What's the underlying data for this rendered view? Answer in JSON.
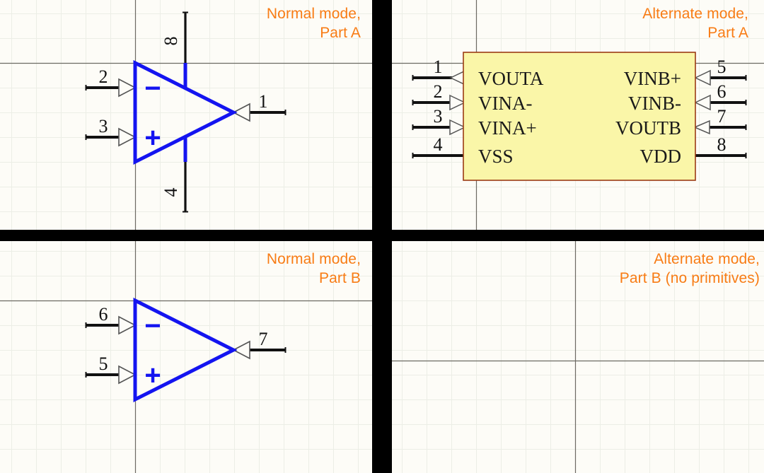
{
  "page": {
    "background_color": "#000000",
    "sheet_color": "#fdfcf7",
    "divider_color": "#000000",
    "caption_color": "#f87c15",
    "symbol_color": "#1414f0",
    "pin_color": "#111111",
    "ic_fill_color": "#faf6a8",
    "ic_border_color": "#9c3b14",
    "grid_minor_color": "#eceee6",
    "grid_major_color": "#6d6a63"
  },
  "quadrants": [
    {
      "id": "normal-mode-part-a",
      "caption": "Normal mode,\nPart A",
      "symbol_type": "opamp-triangle",
      "minus_sign": "–",
      "plus_sign": "+",
      "pins": [
        {
          "number": "2",
          "name": "inverting-input",
          "side": "left",
          "arrow": "into-symbol"
        },
        {
          "number": "3",
          "name": "non-inverting-input",
          "side": "left",
          "arrow": "into-symbol"
        },
        {
          "number": "1",
          "name": "output",
          "side": "right",
          "arrow": "out-of-symbol"
        },
        {
          "number": "8",
          "name": "power-positive",
          "side": "top",
          "arrow": "none"
        },
        {
          "number": "4",
          "name": "power-negative",
          "side": "bottom",
          "arrow": "none"
        }
      ]
    },
    {
      "id": "alternate-mode-part-a",
      "caption": "Alternate mode,\nPart A",
      "symbol_type": "ic-box",
      "ic_left_labels": [
        "VOUTA",
        "VINA-",
        "VINA+",
        "VSS"
      ],
      "ic_right_labels": [
        "VINB+",
        "VINB-",
        "VOUTB",
        "VDD"
      ],
      "pins": [
        {
          "number": "1",
          "name": "VOUTA",
          "side": "left",
          "arrow": "out-of-symbol"
        },
        {
          "number": "2",
          "name": "VINA-",
          "side": "left",
          "arrow": "into-symbol"
        },
        {
          "number": "3",
          "name": "VINA+",
          "side": "left",
          "arrow": "into-symbol"
        },
        {
          "number": "4",
          "name": "VSS",
          "side": "left",
          "arrow": "none"
        },
        {
          "number": "5",
          "name": "VINB+",
          "side": "right",
          "arrow": "into-symbol"
        },
        {
          "number": "6",
          "name": "VINB-",
          "side": "right",
          "arrow": "into-symbol"
        },
        {
          "number": "7",
          "name": "VOUTB",
          "side": "right",
          "arrow": "out-of-symbol"
        },
        {
          "number": "8",
          "name": "VDD",
          "side": "right",
          "arrow": "none"
        }
      ]
    },
    {
      "id": "normal-mode-part-b",
      "caption": "Normal mode,\nPart B",
      "symbol_type": "opamp-triangle",
      "minus_sign": "–",
      "plus_sign": "+",
      "pins": [
        {
          "number": "6",
          "name": "inverting-input",
          "side": "left",
          "arrow": "into-symbol"
        },
        {
          "number": "5",
          "name": "non-inverting-input",
          "side": "left",
          "arrow": "into-symbol"
        },
        {
          "number": "7",
          "name": "output",
          "side": "right",
          "arrow": "out-of-symbol"
        }
      ]
    },
    {
      "id": "alternate-mode-part-b",
      "caption": "Alternate mode,\nPart B (no primitives)",
      "symbol_type": "none",
      "pins": []
    }
  ]
}
